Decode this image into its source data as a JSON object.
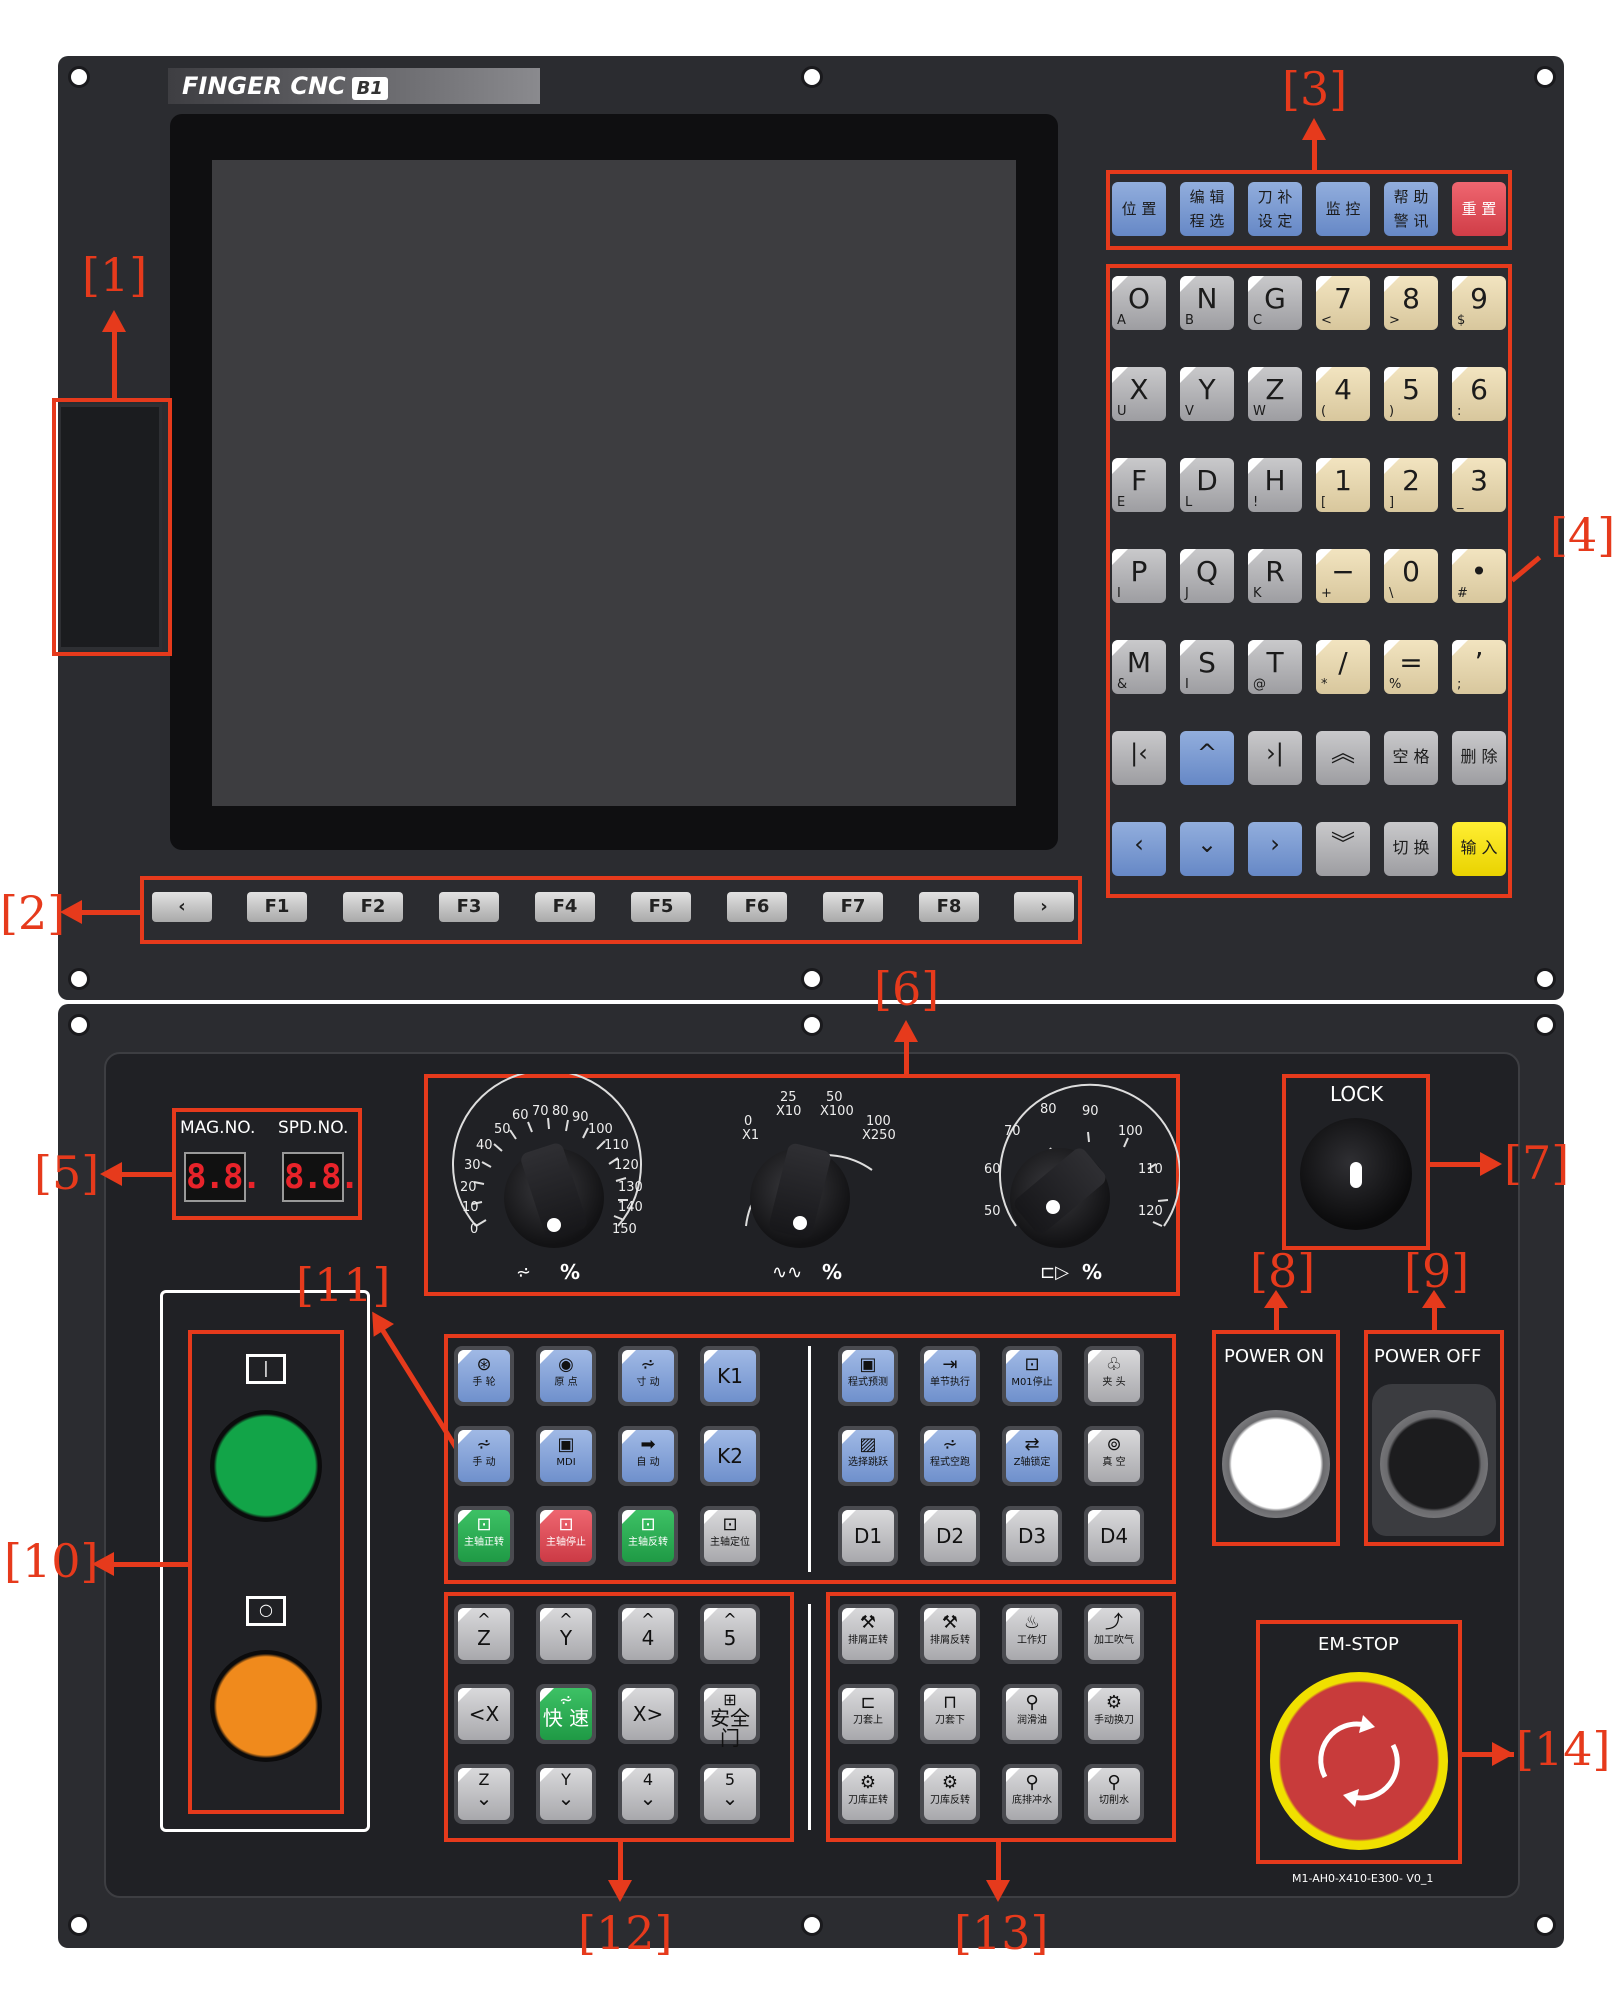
{
  "brand": {
    "name": "FINGER CNC",
    "model": "B1"
  },
  "softkeys": {
    "prev": "‹",
    "next": "›",
    "f": [
      "F1",
      "F2",
      "F3",
      "F4",
      "F5",
      "F6",
      "F7",
      "F8"
    ]
  },
  "function_keys": [
    {
      "line1": "位 置",
      "line2": ""
    },
    {
      "line1": "编 辑",
      "line2": "程 选"
    },
    {
      "line1": "刀 补",
      "line2": "设 定"
    },
    {
      "line1": "监 控",
      "line2": ""
    },
    {
      "line1": "帮 助",
      "line2": "警 讯"
    },
    {
      "line1": "重 置",
      "line2": ""
    }
  ],
  "keypad_rows": [
    [
      {
        "m": "O",
        "s": "A"
      },
      {
        "m": "N",
        "s": "B"
      },
      {
        "m": "G",
        "s": "C"
      },
      {
        "m": "7",
        "s": "<"
      },
      {
        "m": "8",
        "s": ">"
      },
      {
        "m": "9",
        "s": "$"
      }
    ],
    [
      {
        "m": "X",
        "s": "U"
      },
      {
        "m": "Y",
        "s": "V"
      },
      {
        "m": "Z",
        "s": "W"
      },
      {
        "m": "4",
        "s": "("
      },
      {
        "m": "5",
        "s": ")"
      },
      {
        "m": "6",
        "s": ":"
      }
    ],
    [
      {
        "m": "F",
        "s": "E"
      },
      {
        "m": "D",
        "s": "L"
      },
      {
        "m": "H",
        "s": "!"
      },
      {
        "m": "1",
        "s": "["
      },
      {
        "m": "2",
        "s": "]"
      },
      {
        "m": "3",
        "s": "_"
      }
    ],
    [
      {
        "m": "P",
        "s": "I"
      },
      {
        "m": "Q",
        "s": "J"
      },
      {
        "m": "R",
        "s": "K"
      },
      {
        "m": "−",
        "s": "+"
      },
      {
        "m": "0",
        "s": "\\"
      },
      {
        "m": "•",
        "s": "#"
      }
    ],
    [
      {
        "m": "M",
        "s": "&"
      },
      {
        "m": "S",
        "s": "I"
      },
      {
        "m": "T",
        "s": "@"
      },
      {
        "m": "/",
        "s": "*"
      },
      {
        "m": "=",
        "s": "%"
      },
      {
        "m": "’",
        "s": ";"
      }
    ]
  ],
  "nav_keys": {
    "row6": [
      "|‹",
      "^",
      "›|",
      "︽",
      "空 格",
      "删 除"
    ],
    "row7": [
      "‹",
      "⌄",
      "›",
      "︾",
      "切 换",
      "输 入"
    ]
  },
  "indicators": {
    "mag_label": "MAG.NO.",
    "spd_label": "SPD.NO.",
    "mag_value": "8.8.",
    "spd_value": "8.8."
  },
  "dials": {
    "feed_scale": [
      "0",
      "10",
      "20",
      "30",
      "40",
      "50",
      "60",
      "70",
      "80",
      "90",
      "100",
      "110",
      "120",
      "130",
      "140",
      "150"
    ],
    "feed_unit": "%",
    "handwheel_scale": [
      "0",
      "X1",
      "25",
      "X10",
      "50",
      "X100",
      "100",
      "X250"
    ],
    "handwheel_unit": "%",
    "spindle_scale": [
      "50",
      "60",
      "70",
      "80",
      "90",
      "100",
      "110",
      "120"
    ],
    "spindle_unit": "%"
  },
  "lock_label": "LOCK",
  "power_on_label": "POWER ON",
  "power_off_label": "POWER OFF",
  "estop_label": "EM-STOP",
  "model_code": "M1-AH0-X410-E300- V0_1",
  "mode_buttons": [
    {
      "icon": "⊛",
      "label": "手 轮"
    },
    {
      "icon": "◉",
      "label": "原 点"
    },
    {
      "icon": "⩫",
      "label": "寸 动"
    },
    {
      "icon": "",
      "label": "K1"
    },
    {
      "icon": "⩫",
      "label": "手 动"
    },
    {
      "icon": "▣",
      "label": "MDI"
    },
    {
      "icon": "➡",
      "label": "自 动"
    },
    {
      "icon": "",
      "label": "K2"
    },
    {
      "icon": "⊡",
      "label": "主轴正转"
    },
    {
      "icon": "⊡",
      "label": "主轴停止"
    },
    {
      "icon": "⊡",
      "label": "主轴反转"
    },
    {
      "icon": "⊡",
      "label": "主轴定位"
    }
  ],
  "program_buttons": [
    {
      "icon": "▣",
      "label": "程式预测"
    },
    {
      "icon": "⇥",
      "label": "单节执行"
    },
    {
      "icon": "⊡",
      "label": "M01停止"
    },
    {
      "icon": "♧",
      "label": "夹 头"
    },
    {
      "icon": "▨",
      "label": "选择跳跃"
    },
    {
      "icon": "⩫",
      "label": "程式空跑"
    },
    {
      "icon": "⇄",
      "label": "Z轴锁定"
    },
    {
      "icon": "⊚",
      "label": "真 空"
    },
    {
      "icon": "",
      "label": "D1"
    },
    {
      "icon": "",
      "label": "D2"
    },
    {
      "icon": "",
      "label": "D3"
    },
    {
      "icon": "",
      "label": "D4"
    }
  ],
  "jog_buttons": [
    {
      "a": "^",
      "b": "Z"
    },
    {
      "a": "^",
      "b": "Y"
    },
    {
      "a": "^",
      "b": "4"
    },
    {
      "a": "^",
      "b": "5"
    },
    {
      "a": "",
      "b": "<X"
    },
    {
      "a": "⩫",
      "b": "快 速"
    },
    {
      "a": "",
      "b": "X>"
    },
    {
      "a": "⊞",
      "b": "安全门"
    },
    {
      "a": "Z",
      "b": "⌄"
    },
    {
      "a": "Y",
      "b": "⌄"
    },
    {
      "a": "4",
      "b": "⌄"
    },
    {
      "a": "5",
      "b": "⌄"
    }
  ],
  "aux_buttons": [
    {
      "icon": "⚒",
      "label": "排屑正转"
    },
    {
      "icon": "⚒",
      "label": "排屑反转"
    },
    {
      "icon": "♨",
      "label": "工作灯"
    },
    {
      "icon": "⤴",
      "label": "加工吹气"
    },
    {
      "icon": "⊏",
      "label": "刀套上"
    },
    {
      "icon": "⊓",
      "label": "刀套下"
    },
    {
      "icon": "⚲",
      "label": "润滑油"
    },
    {
      "icon": "⚙",
      "label": "手动换刀"
    },
    {
      "icon": "⚙",
      "label": "刀库正转"
    },
    {
      "icon": "⚙",
      "label": "刀库反转"
    },
    {
      "icon": "⚲",
      "label": "底排冲水"
    },
    {
      "icon": "⚲",
      "label": "切削水"
    }
  ],
  "annotations": [
    "[1]",
    "[2]",
    "[3]",
    "[4]",
    "[5]",
    "[6]",
    "[7]",
    "[8]",
    "[9]",
    "[10]",
    "[11]",
    "[12]",
    "[13]",
    "[14]"
  ],
  "colors": {
    "annotation": "#e63a1c",
    "panel": "#2b2c30",
    "green": "#1f9a45",
    "orange": "#f08a1c",
    "red_key": "#d03d47",
    "yellow_key": "#f5e000"
  }
}
